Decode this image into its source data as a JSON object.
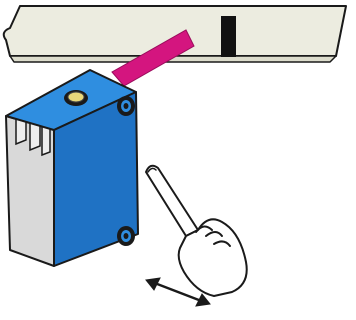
{
  "colors": {
    "background": "#ffffff",
    "conveyor": "#ecece0",
    "outline": "#1a1a1a",
    "mark": "#111111",
    "beam": "#d4157f",
    "sensor_front": "#1f72c4",
    "sensor_top": "#2f8ee0",
    "sensor_side": "#d9d9d9",
    "lens": "#e8d87a",
    "hand_skin": "#ffffff"
  },
  "icons": {
    "conveyor": "conveyor-belt",
    "mark": "registration-mark",
    "beam": "light-beam",
    "sensor": "photoelectric-sensor",
    "hand": "pointing-hand-icon",
    "arrow": "double-headed-arrow-icon"
  }
}
